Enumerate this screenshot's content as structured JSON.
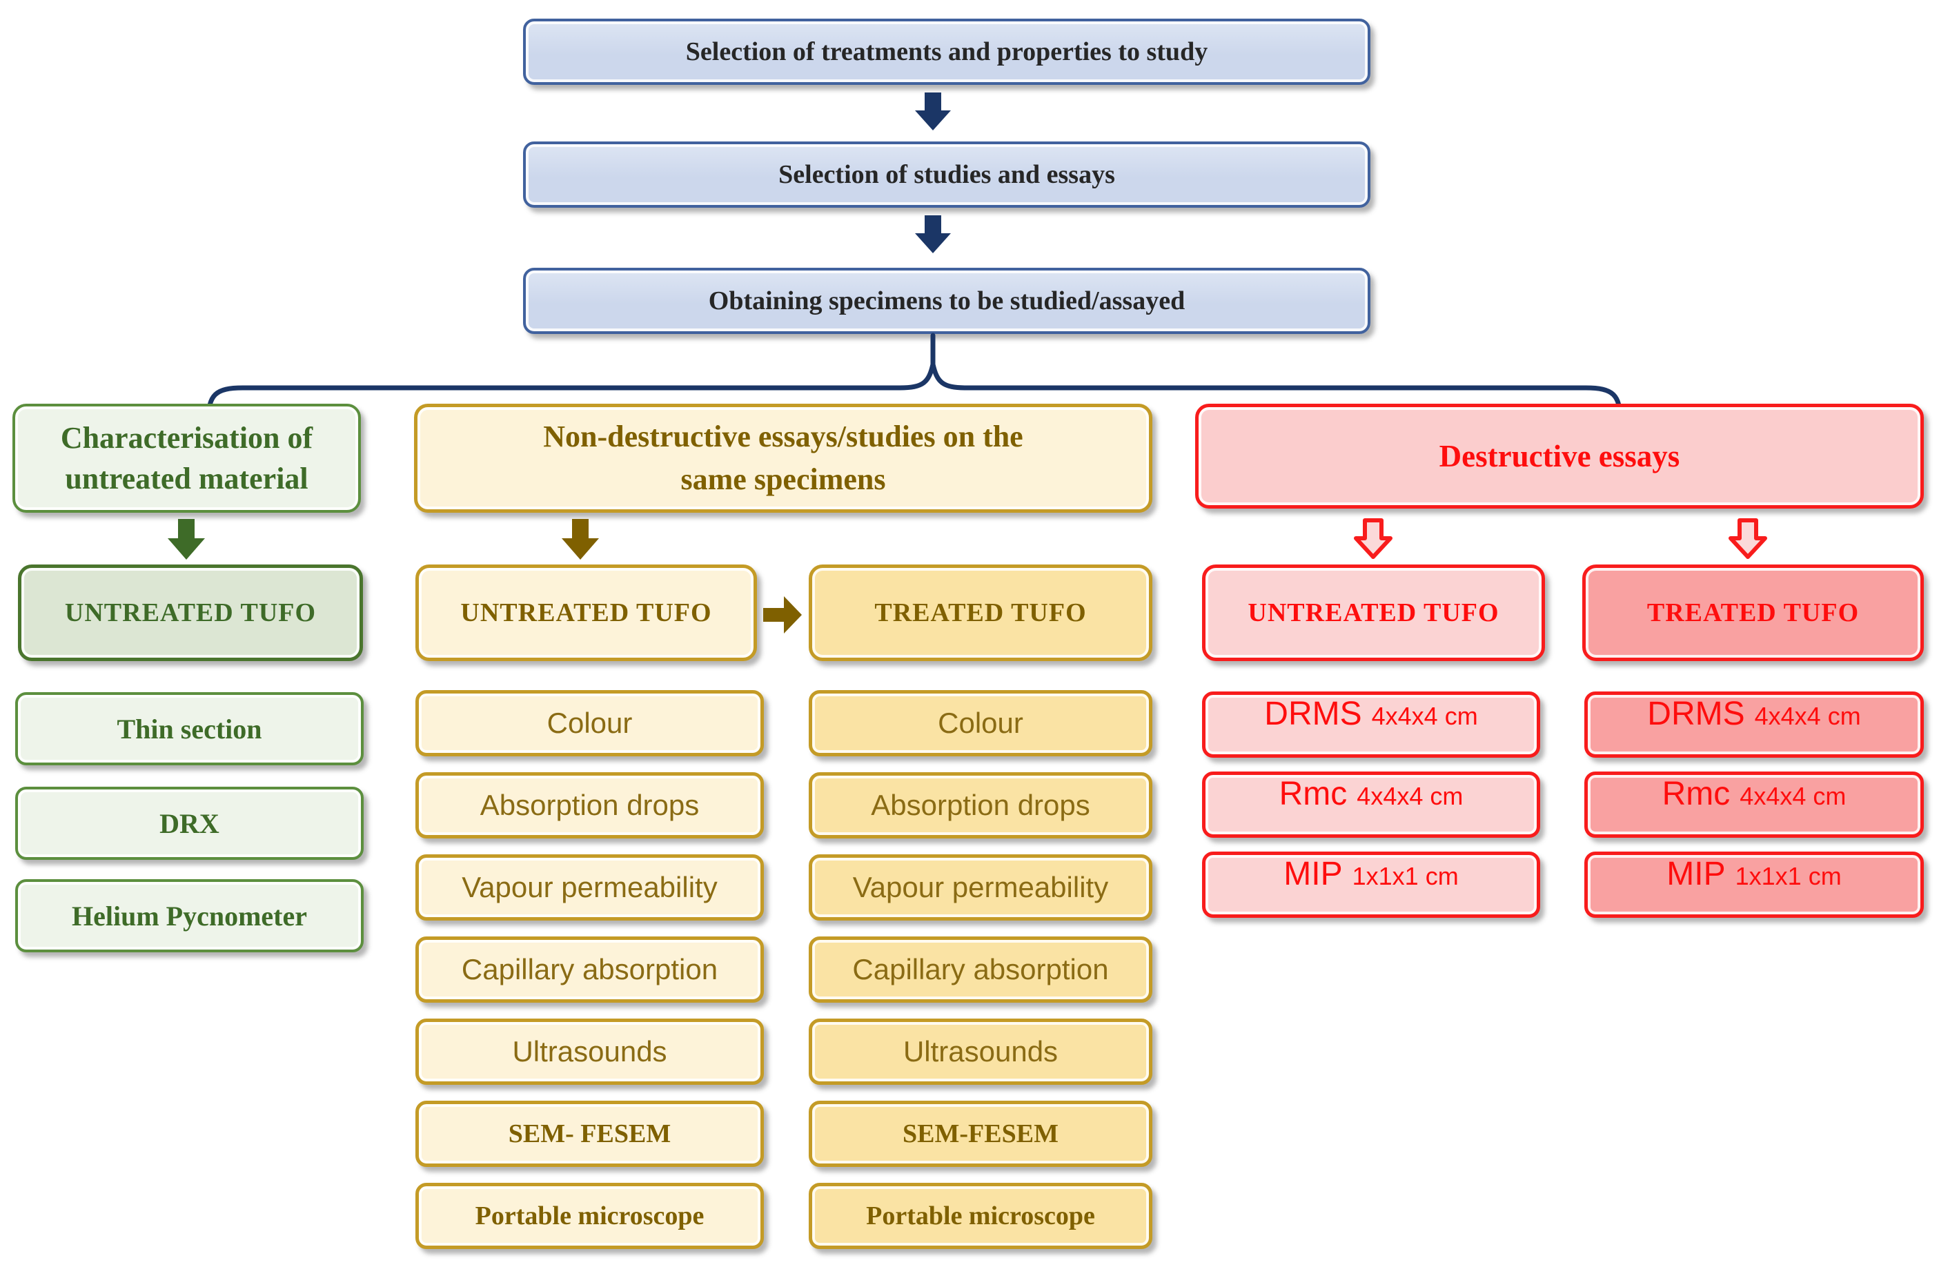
{
  "colors": {
    "navy": "#1b3666",
    "blue-border": "#41629e",
    "blue-fill": "#ccd7ec",
    "blue-fill-top": "#dde5f3",
    "ink": "#262626",
    "green-border": "#5c8f3e",
    "green-border-dark": "#4a752d",
    "green-dark": "#3e6b28",
    "green-fill": "#eef4ea",
    "green-tufo-fill": "#dce6d3",
    "gold-border": "#c49b26",
    "gold-dark": "#7f6000",
    "gold-text": "#8a6b14",
    "cream": "#fdf3d9",
    "cream-dark": "#fae3a4",
    "red": "#f81c1c",
    "red-text": "#fe0d0d",
    "pink-header": "#fbcdcd",
    "pink": "#fbd3d3",
    "pink-dark": "#f9a1a1",
    "pink-arrow": "#fbd9d9"
  },
  "flow": {
    "steps": [
      "Selection of treatments and properties to study",
      "Selection of studies and essays",
      "Obtaining specimens to be studied/assayed"
    ]
  },
  "green": {
    "header_lines": [
      "Characterisation of",
      "untreated material"
    ],
    "specimen": "UNTREATED TUFO",
    "items": [
      "Thin section",
      "DRX",
      "Helium Pycnometer"
    ]
  },
  "yellow": {
    "header_lines": [
      "Non-destructive essays/studies on the",
      "same specimens"
    ],
    "untreated": {
      "specimen": "UNTREATED TUFO",
      "items": [
        "Colour",
        "Absorption drops",
        "Vapour permeability",
        "Capillary absorption",
        "Ultrasounds",
        "SEM- FESEM",
        "Portable microscope"
      ]
    },
    "treated": {
      "specimen": "TREATED TUFO",
      "items": [
        "Colour",
        "Absorption drops",
        "Vapour permeability",
        "Capillary absorption",
        "Ultrasounds",
        "SEM-FESEM",
        "Portable microscope"
      ]
    }
  },
  "red": {
    "header": "Destructive essays",
    "untreated": {
      "specimen": "UNTREATED TUFO",
      "items": [
        {
          "name": "DRMS",
          "size": "4x4x4 cm"
        },
        {
          "name": "Rmc",
          "size": "4x4x4 cm"
        },
        {
          "name": "MIP",
          "size": "1x1x1 cm"
        }
      ]
    },
    "treated": {
      "specimen": "TREATED TUFO",
      "items": [
        {
          "name": "DRMS",
          "size": "4x4x4 cm"
        },
        {
          "name": "Rmc",
          "size": "4x4x4 cm"
        },
        {
          "name": "MIP",
          "size": "1x1x1 cm"
        }
      ]
    }
  }
}
